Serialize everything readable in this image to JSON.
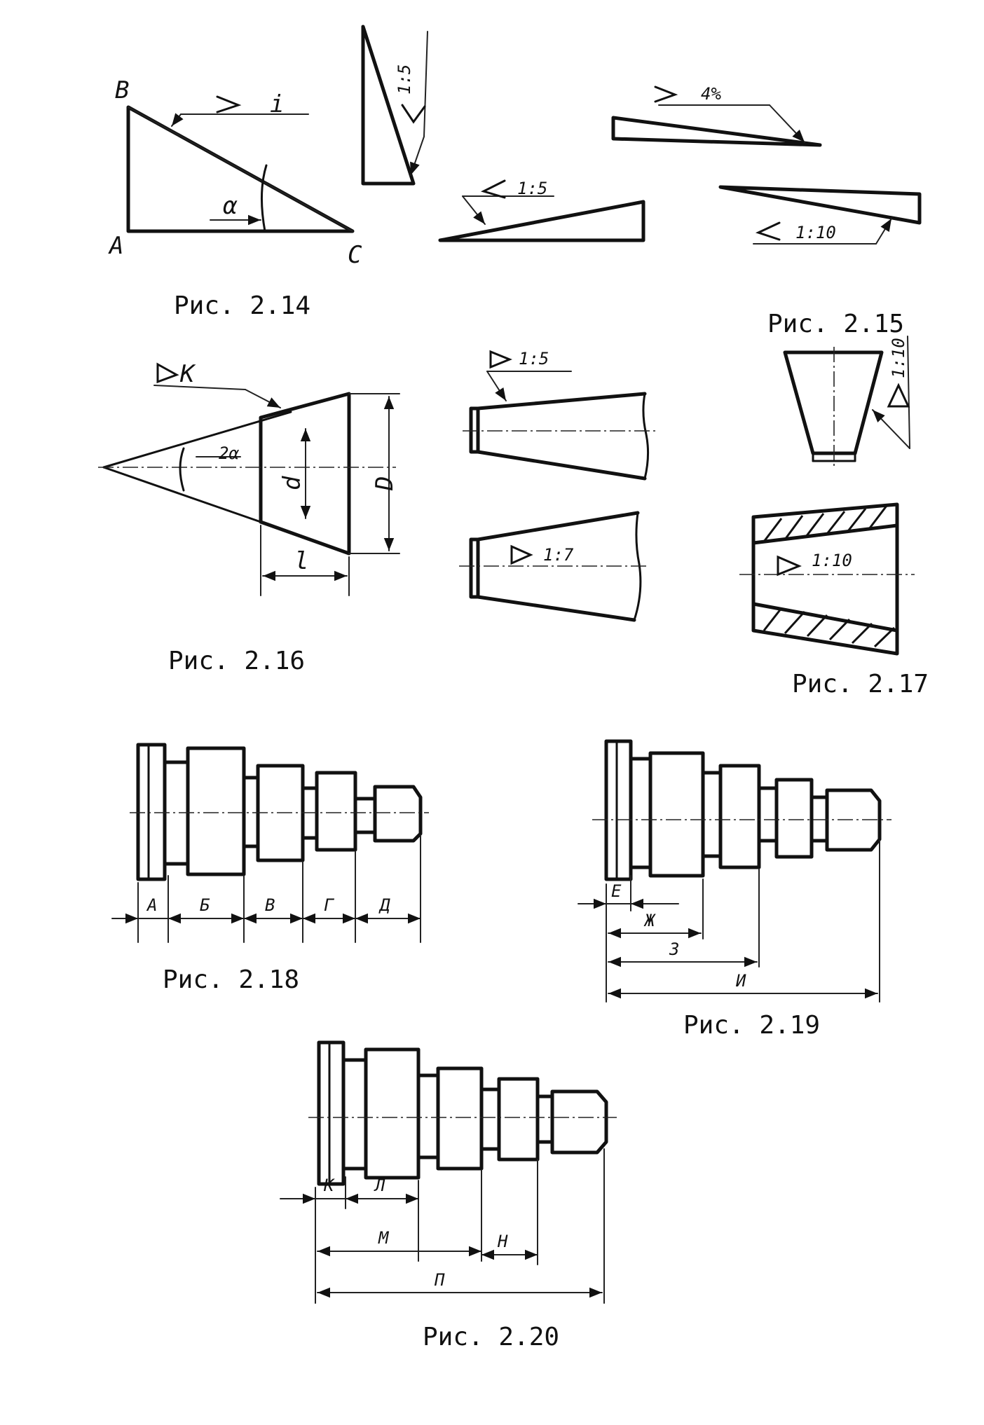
{
  "fig_2_14": {
    "caption": "Рис. 2.14",
    "vertex_b": "B",
    "vertex_a": "A",
    "vertex_c": "C",
    "slope_label": "i",
    "angle_label": "α",
    "callout_1_5": "1:5",
    "callout_1_5b": "1:5",
    "callout_percent": "4%",
    "callout_1_10": "1:10"
  },
  "fig_2_15": {
    "caption": "Рис. 2.15"
  },
  "fig_2_16": {
    "caption": "Рис. 2.16",
    "taper_label": "K",
    "angle_label": "2α",
    "small_diameter": "d",
    "large_diameter": "D",
    "length": "l",
    "callout_1_5": "1:5",
    "callout_1_7": "1:7"
  },
  "fig_2_17": {
    "caption": "Рис. 2.17",
    "callout_1_10_top": "1:10",
    "callout_1_10_bottom": "1:10"
  },
  "fig_2_18": {
    "caption": "Рис. 2.18",
    "dims": [
      "А",
      "Б",
      "В",
      "Г",
      "Д"
    ]
  },
  "fig_2_19": {
    "caption": "Рис. 2.19",
    "dims": [
      "Е",
      "Ж",
      "З",
      "И"
    ]
  },
  "fig_2_20": {
    "caption": "Рис. 2.20",
    "dims": [
      "К",
      "Л",
      "М",
      "Н",
      "П"
    ]
  }
}
